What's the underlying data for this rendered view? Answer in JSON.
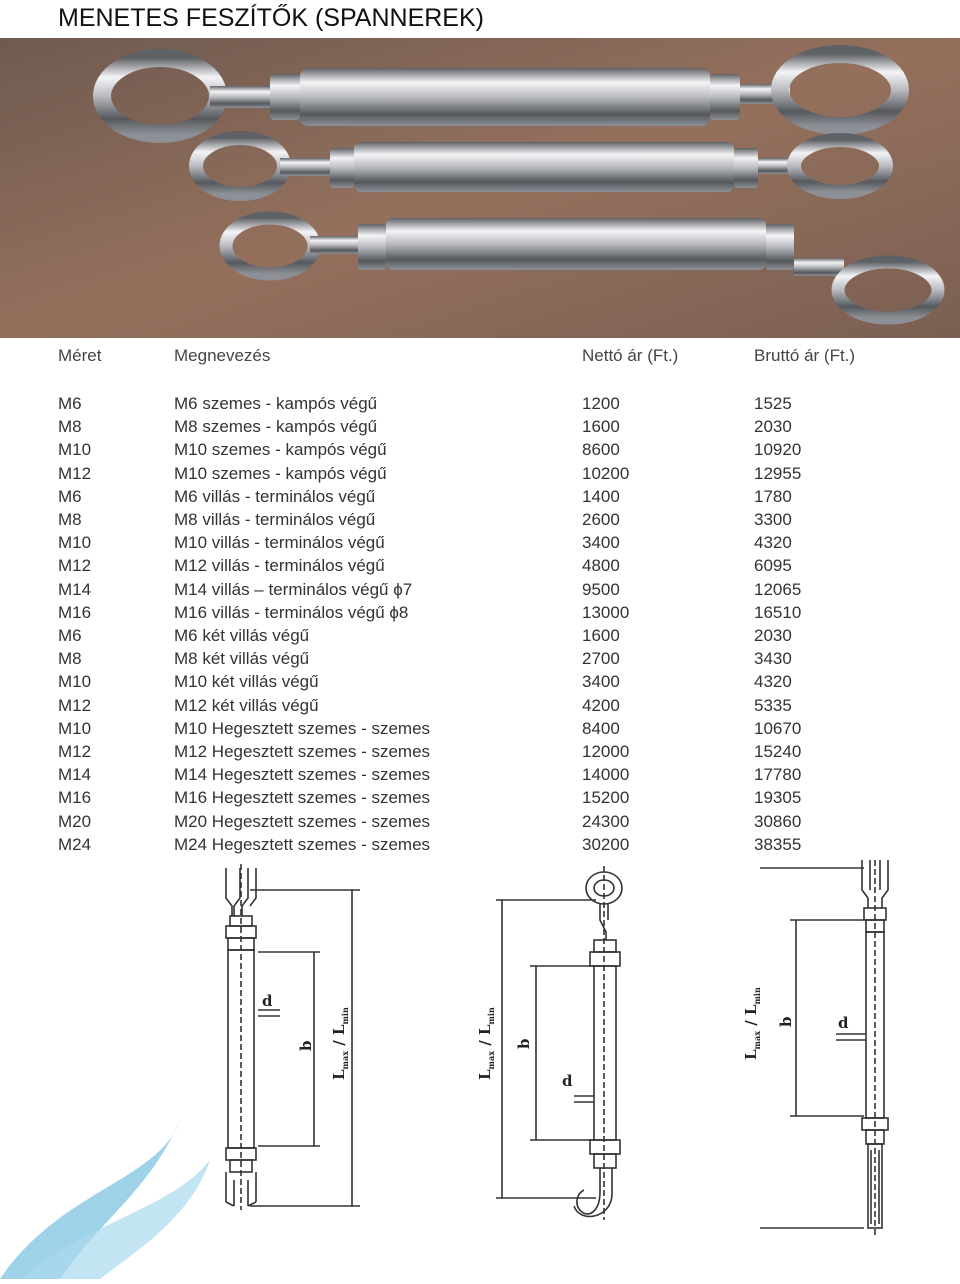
{
  "title": "MENETES FESZÍTŐK (SPANNEREK)",
  "table": {
    "headers": [
      "Méret",
      "Megnevezés",
      "Nettó ár (Ft.)",
      "Bruttó ár (Ft.)"
    ],
    "rows": [
      [
        "M6",
        "M6 szemes - kampós végű",
        "1200",
        "1525"
      ],
      [
        "M8",
        "M8 szemes - kampós végű",
        "1600",
        "2030"
      ],
      [
        "M10",
        "M10 szemes - kampós végű",
        "8600",
        "10920"
      ],
      [
        "M12",
        "M10 szemes - kampós végű",
        "10200",
        "12955"
      ],
      [
        "M6",
        "M6 villás - terminálos végű",
        "1400",
        "1780"
      ],
      [
        "M8",
        "M8 villás - terminálos végű",
        "2600",
        "3300"
      ],
      [
        "M10",
        "M10 villás - terminálos végű",
        "3400",
        "4320"
      ],
      [
        "M12",
        "M12 villás - terminálos végű",
        "4800",
        "6095"
      ],
      [
        "M14",
        "M14 villás – terminálos végű   ϕ7",
        "9500",
        "12065"
      ],
      [
        "M16",
        "M16 villás - terminálos végű   ϕ8",
        "13000",
        "16510"
      ],
      [
        "M6",
        "M6 két villás végű",
        "1600",
        "2030"
      ],
      [
        "M8",
        "M8 két villás végű",
        "2700",
        "3430"
      ],
      [
        "M10",
        "M10 két villás végű",
        "3400",
        "4320"
      ],
      [
        "M12",
        "M12 két villás végű",
        "4200",
        "5335"
      ],
      [
        "M10",
        "M10 Hegesztett szemes - szemes",
        "8400",
        "10670"
      ],
      [
        "M12",
        "M12 Hegesztett szemes - szemes",
        "12000",
        "15240"
      ],
      [
        "M14",
        "M14 Hegesztett szemes - szemes",
        "14000",
        "17780"
      ],
      [
        "M16",
        "M16 Hegesztett szemes - szemes",
        "15200",
        "19305"
      ],
      [
        "M20",
        "M20 Hegesztett szemes - szemes",
        "24300",
        "30860"
      ],
      [
        "M24",
        "M24 Hegesztett szemes - szemes",
        "30200",
        "38355"
      ]
    ]
  },
  "drawings": {
    "label_d": "d",
    "label_b": "b",
    "label_L": "L",
    "label_max": "max",
    "label_min": "min",
    "label_slash": " / "
  },
  "colors": {
    "photo_bg": "#8a6a58",
    "steel_light": "#e8e8ea",
    "steel_dark": "#6f7278",
    "wave_blue": "#7ec3e0",
    "line": "#333333"
  }
}
